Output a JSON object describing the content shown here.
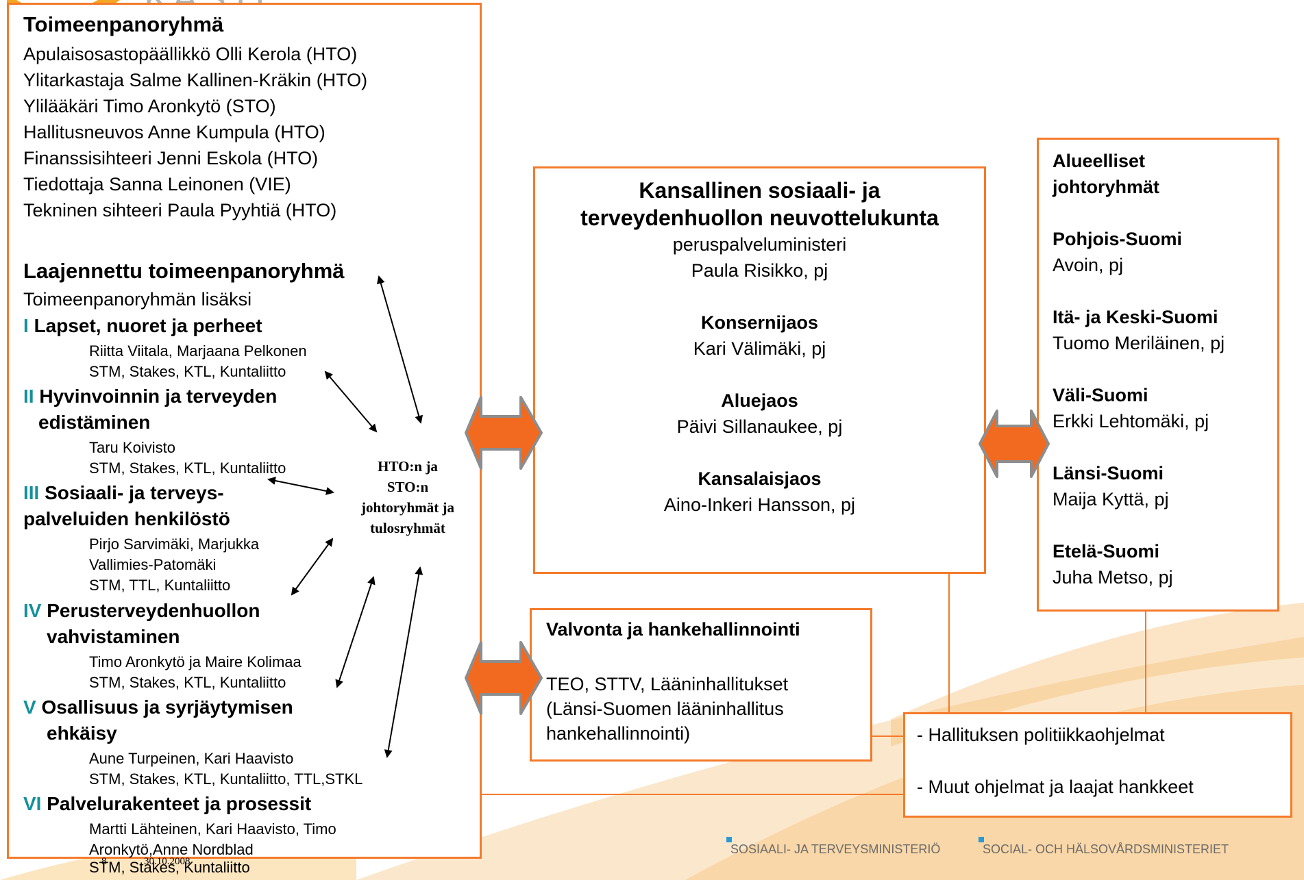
{
  "logo_text": "KASTE",
  "left": {
    "heading1": "Toimeenpanoryhmä",
    "members": [
      "Apulaisosastopäällikkö Olli Kerola (HTO)",
      "Ylitarkastaja Salme Kallinen-Kräkin (HTO)",
      "Ylilääkäri Timo Aronkytö (STO)",
      "Hallitusneuvos Anne Kumpula (HTO)",
      "Finanssisihteeri Jenni Eskola (HTO)",
      "Tiedottaja Sanna Leinonen (VIE)",
      "Tekninen sihteeri Paula Pyyhtiä (HTO)"
    ],
    "heading2": "Laajennettu toimeenpanoryhmä",
    "subtitle": "Toimeenpanoryhmän lisäksi",
    "groups": [
      {
        "roman": "I",
        "title1": "Lapset, nuoret ja perheet",
        "title2": "",
        "lines": [
          "Riitta Viitala, Marjaana Pelkonen",
          "STM, Stakes, KTL, Kuntaliitto"
        ]
      },
      {
        "roman": "II",
        "title1": "Hyvinvoinnin ja terveyden",
        "title2": "edistäminen",
        "lines": [
          "Taru Koivisto",
          "STM, Stakes, KTL, Kuntaliitto"
        ]
      },
      {
        "roman": "III",
        "title1": "Sosiaali- ja terveys-",
        "title2": "palveluiden henkilöstö",
        "lines": [
          "Pirjo Sarvimäki, Marjukka",
          "Vallimies-Patomäki",
          "STM, TTL, Kuntaliitto"
        ]
      },
      {
        "roman": "IV",
        "title1": "Perusterveydenhuollon",
        "title2": "vahvistaminen",
        "lines": [
          "Timo Aronkytö ja Maire Kolimaa",
          "STM, Stakes, KTL, Kuntaliitto"
        ]
      },
      {
        "roman": "V",
        "title1": "Osallisuus ja syrjäytymisen",
        "title2": "ehkäisy",
        "lines": [
          "Aune Turpeinen, Kari Haavisto",
          "STM, Stakes, KTL, Kuntaliitto, TTL,STKL"
        ]
      },
      {
        "roman": "VI",
        "title1": "Palvelurakenteet ja prosessit",
        "title2": "",
        "lines": [
          "Martti Lähteinen, Kari Haavisto, Timo",
          "Aronkytö,Anne Nordblad",
          "STM, Stakes, Kuntaliitto"
        ]
      }
    ]
  },
  "hub": [
    "HTO:n ja",
    "STO:n",
    "johtoryhmät ja",
    "tulosryhmät"
  ],
  "footer": {
    "page": "8",
    "date": "30.10.2008"
  },
  "center": {
    "title1": "Kansallinen sosiaali- ja",
    "title2": "terveydenhuollon neuvottelukunta",
    "chair1": "peruspalveluministeri",
    "chair2": "Paula Risikko, pj",
    "divisions": [
      {
        "name": "Konsernijaos",
        "chair": "Kari Välimäki, pj"
      },
      {
        "name": "Aluejaos",
        "chair": "Päivi Sillanaukee, pj"
      },
      {
        "name": "Kansalaisjaos",
        "chair": "Aino-Inkeri Hansson, pj"
      }
    ]
  },
  "valvonta": {
    "title": "Valvonta ja hankehallinnointi",
    "lines": [
      "TEO, STTV, Lääninhallitukset",
      "(Länsi-Suomen lääninhallitus",
      "hankehallinnointi)"
    ]
  },
  "right": {
    "title1": "Alueelliset",
    "title2": "johtoryhmät",
    "regions": [
      {
        "name": "Pohjois-Suomi",
        "chair": "Avoin, pj"
      },
      {
        "name": "Itä- ja Keski-Suomi",
        "chair": "Tuomo Meriläinen, pj"
      },
      {
        "name": "Väli-Suomi",
        "chair": "Erkki Lehtomäki, pj"
      },
      {
        "name": "Länsi-Suomi",
        "chair": "Maija Kyttä, pj"
      },
      {
        "name": "Etelä-Suomi",
        "chair": "Juha Metso, pj"
      }
    ]
  },
  "programs": [
    "- Hallituksen politiikkaohjelmat",
    "- Muut ohjelmat ja laajat hankkeet"
  ],
  "ministry": {
    "fi": "SOSIAALI- JA TERVEYSMINISTERIÖ",
    "sv": "SOCIAL- OCH HÄLSOVÅRDSMINISTERIET"
  },
  "colors": {
    "orange": "#f47a2a",
    "teal": "#14909c",
    "arrow_fill": "#f26a1f",
    "arrow_edge": "#8d8d8d"
  }
}
